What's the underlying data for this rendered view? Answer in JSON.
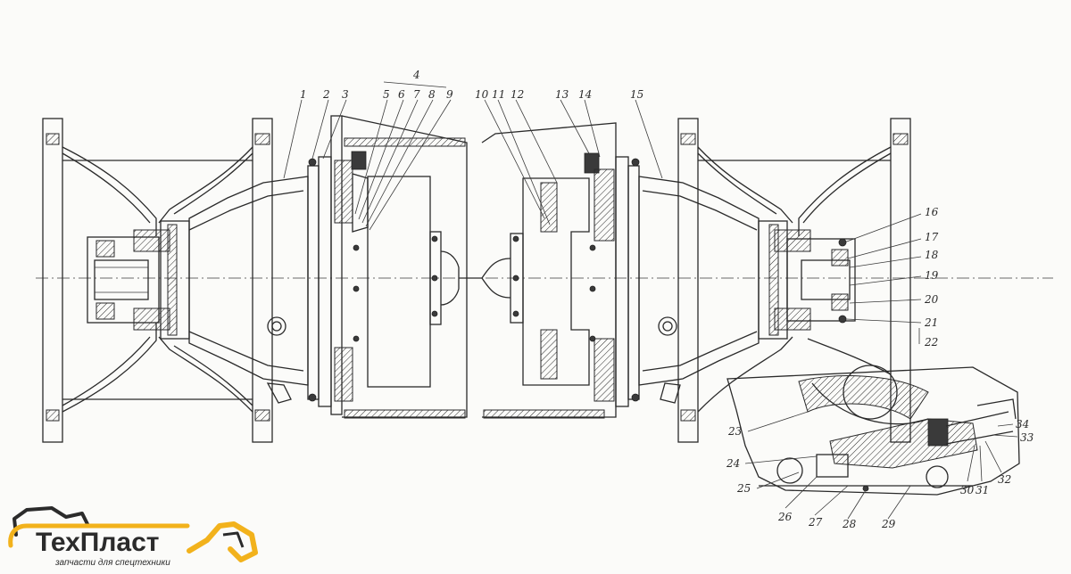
{
  "colors": {
    "ink": "#2a2a2a",
    "paper": "#fbfbf9",
    "logo_accent": "#f2b21c",
    "logo_text": "#2b2b2b"
  },
  "brand": {
    "name": "ТехПласт",
    "tagline": "запчасти для спецтехники"
  },
  "callouts": [
    "1",
    "2",
    "3",
    "4",
    "5",
    "6",
    "7",
    "8",
    "9",
    "10",
    "11",
    "12",
    "13",
    "14",
    "15",
    "16",
    "17",
    "18",
    "19",
    "20",
    "21",
    "22",
    "23",
    "24",
    "25",
    "26",
    "27",
    "28",
    "29",
    "30",
    "31",
    "32",
    "33",
    "34"
  ]
}
